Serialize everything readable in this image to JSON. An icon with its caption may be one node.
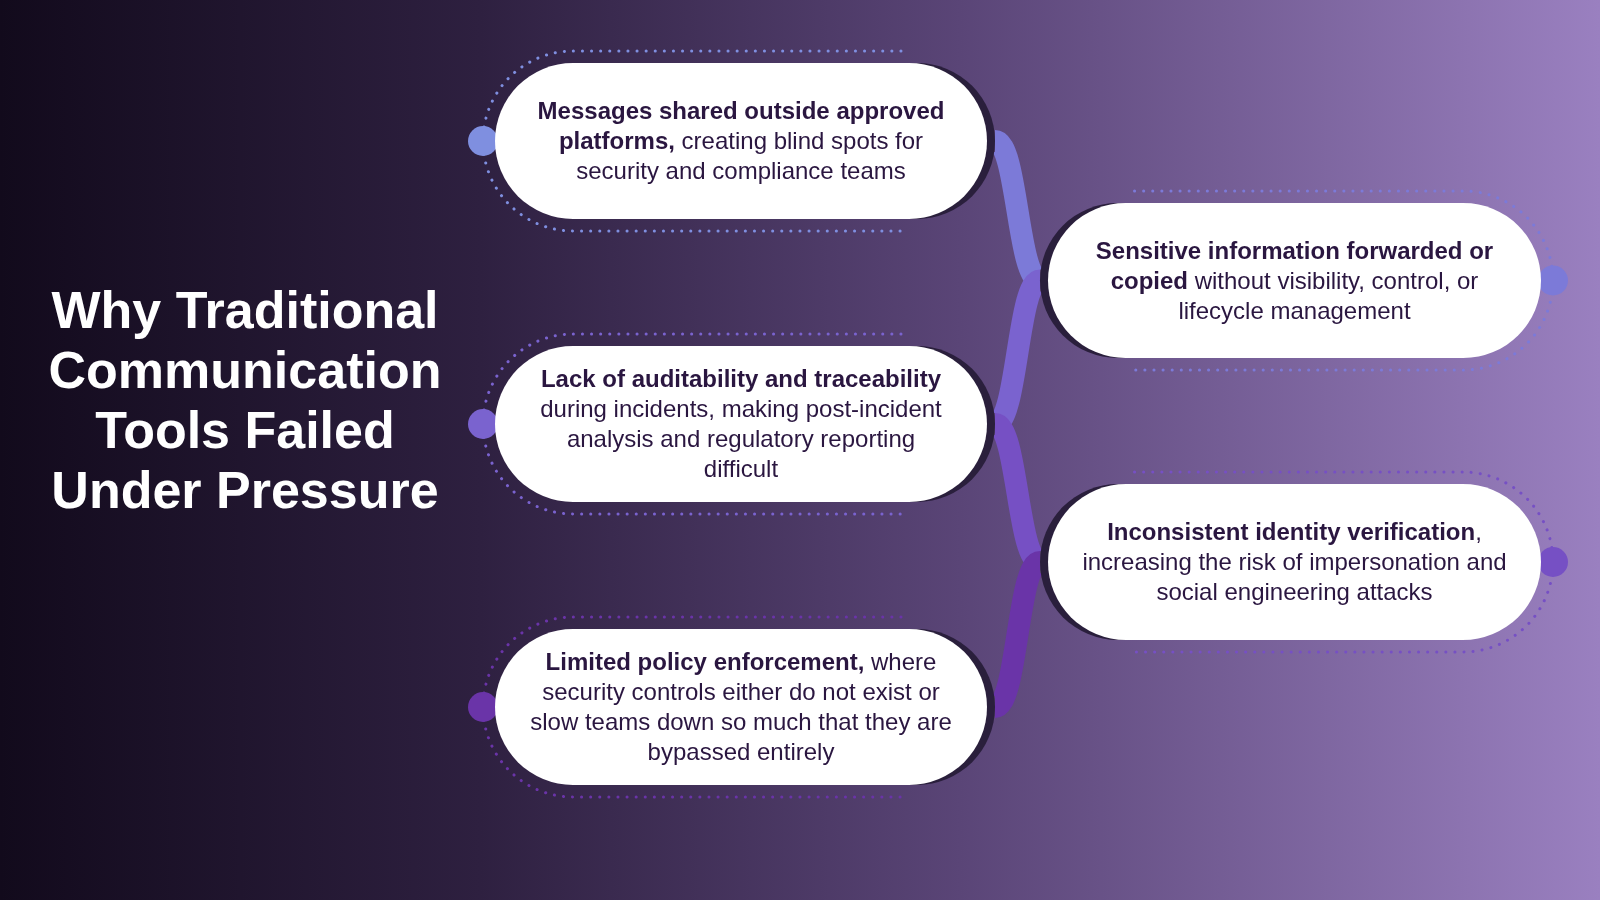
{
  "diagram": {
    "title": "Why Traditional Communication Tools Failed Under Pressure",
    "nodes": [
      {
        "text": [
          "**Messages shared outside approved platforms,** creating blind spots for security and compliance teams"
        ]
      },
      {
        "text": [
          "**Sensitive information forwarded or copied** without visibility, control, or lifecycle management"
        ]
      },
      {
        "text": [
          "**Lack of auditability and traceability** during incidents, making post-incident analysis and regulatory reporting difficult"
        ]
      },
      {
        "text": [
          "**Inconsistent identity verification**, increasing the risk of impersonation and social engineering attacks"
        ]
      },
      {
        "text": [
          "**Limited policy enforcement,** where security controls either do not exist or slow teams down so much that they are bypassed entirely"
        ]
      }
    ],
    "edges": [
      {
        "from": 0,
        "to": 1,
        "arrow": "none"
      },
      {
        "from": 1,
        "to": 2,
        "arrow": "none"
      },
      {
        "from": 2,
        "to": 3,
        "arrow": "none"
      },
      {
        "from": 3,
        "to": 4,
        "arrow": "none"
      }
    ]
  }
}
